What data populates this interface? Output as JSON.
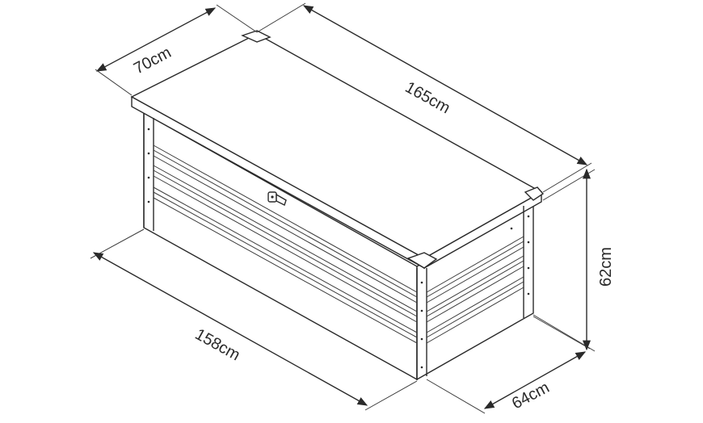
{
  "dimensions": {
    "lid_depth": "70cm",
    "lid_length": "165cm",
    "height": "62cm",
    "base_length": "158cm",
    "base_depth": "64cm"
  },
  "icons": {
    "lock": "padlock-handle-icon"
  }
}
